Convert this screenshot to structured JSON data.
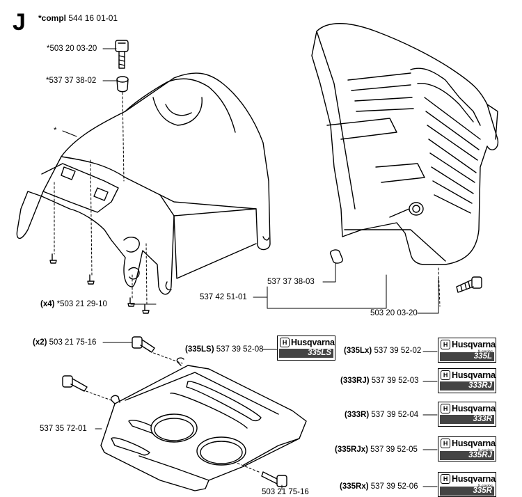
{
  "section": "J",
  "header": {
    "prefix": "*compl",
    "part": "544 16 01-01"
  },
  "labels": {
    "screw_top": "*503 20 03-20",
    "spacer_top": "*537 37 38-02",
    "asterisk": "*",
    "screws_x4_qty": "(x4)",
    "screws_x4_part": "*503 21 29-10",
    "spacer_right": "537 37 38-03",
    "cover_right": "537 42 51-01",
    "screw_right": "503 20 03-20",
    "screws_x2_qty": "(x2)",
    "screws_x2_part": "503 21 75-16",
    "guard_plate": "537 35 72-01",
    "screw_bottom": "503 21 75-16"
  },
  "decals": [
    {
      "variant": "(335LS)",
      "part": "537 39 52-08",
      "brand": "Husqvarna",
      "series": "",
      "model": "335LS"
    },
    {
      "variant": "(335Lx)",
      "part": "537 39 52-02",
      "brand": "Husqvarna",
      "series": "X-series",
      "model": "335L"
    },
    {
      "variant": "(333RJ)",
      "part": "537 39 52-03",
      "brand": "Husqvarna",
      "series": "",
      "model": "333RJ"
    },
    {
      "variant": "(333R)",
      "part": "537 39 52-04",
      "brand": "Husqvarna",
      "series": "",
      "model": "333R"
    },
    {
      "variant": "(335RJx)",
      "part": "537 39 52-05",
      "brand": "Husqvarna",
      "series": "X-series",
      "model": "335RJ"
    },
    {
      "variant": "(335Rx)",
      "part": "537 39 52-06",
      "brand": "Husqvarna",
      "series": "X-series",
      "model": "335R"
    }
  ]
}
